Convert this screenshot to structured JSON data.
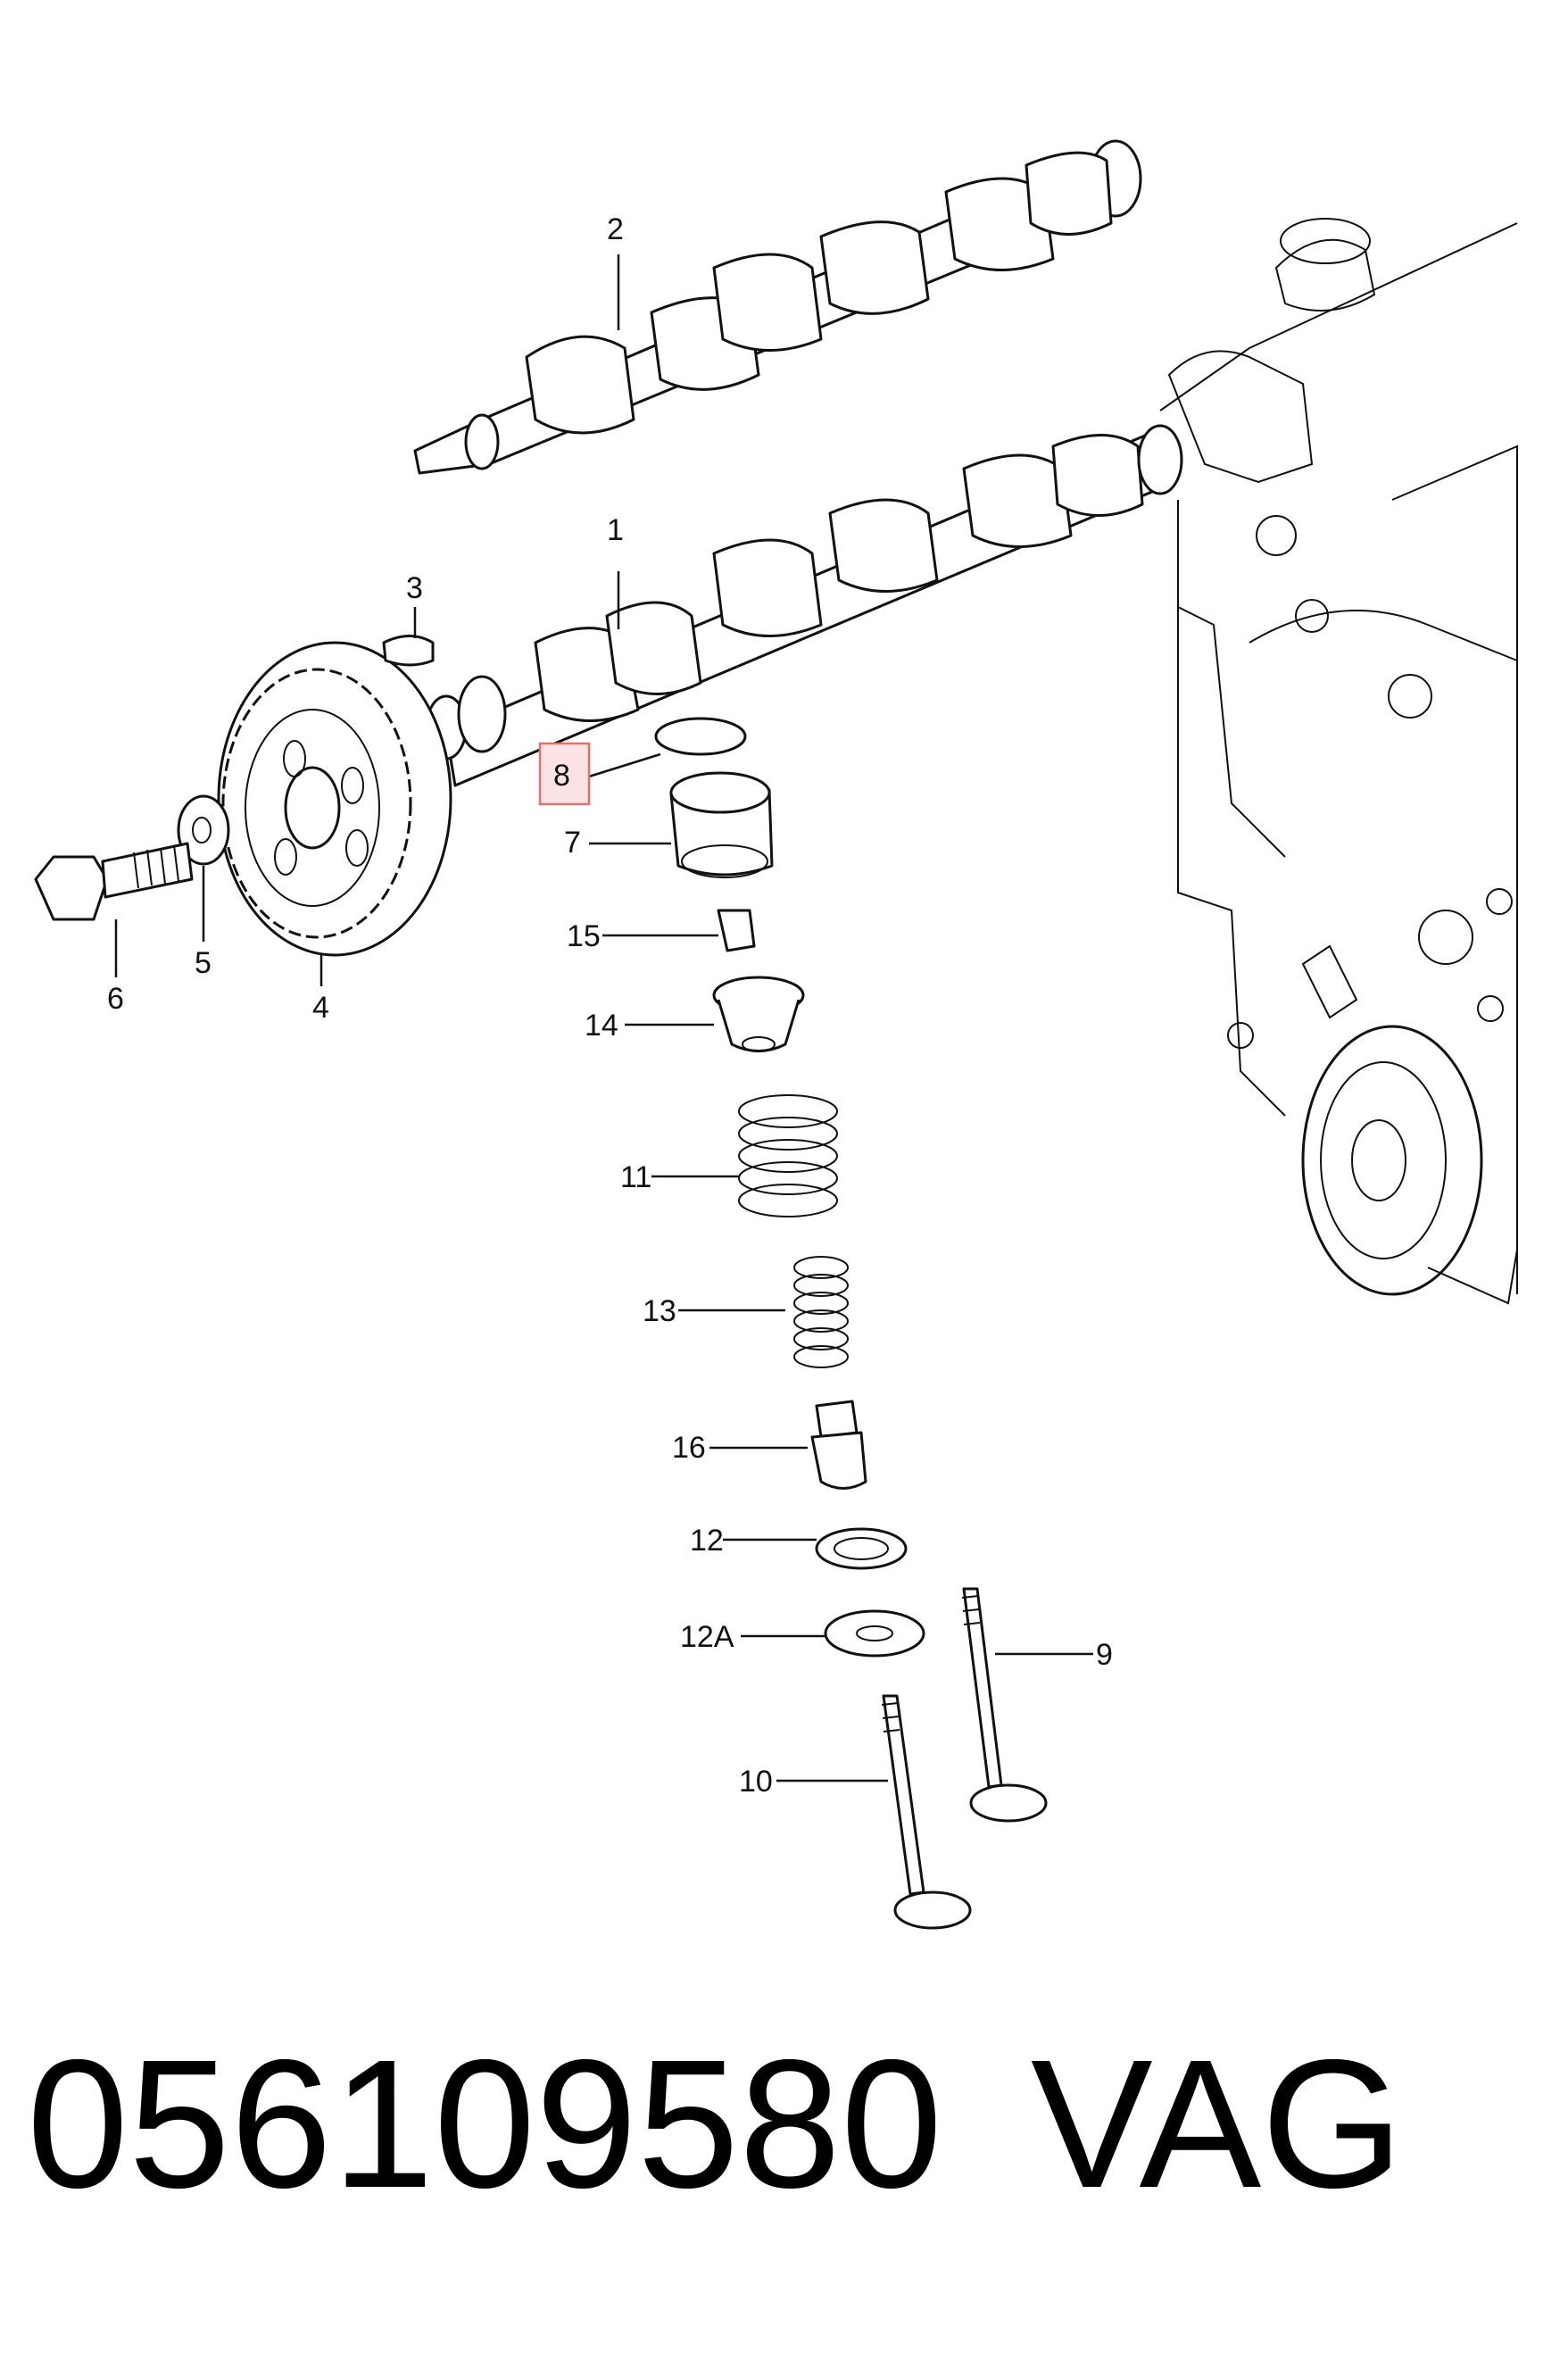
{
  "callouts": {
    "c1": "1",
    "c2": "2",
    "c3": "3",
    "c4": "4",
    "c5": "5",
    "c6": "6",
    "c7": "7",
    "c8": "8",
    "c9": "9",
    "c10": "10",
    "c11": "11",
    "c12": "12",
    "c12a": "12A",
    "c13": "13",
    "c14": "14",
    "c15": "15",
    "c16": "16"
  },
  "highlight_callout": "8",
  "colors": {
    "highlight_fill": "#fbe3e3",
    "highlight_stroke": "#e07070",
    "ink": "#111111"
  },
  "footer": {
    "part_number": "056109580",
    "brand": "VAG"
  }
}
